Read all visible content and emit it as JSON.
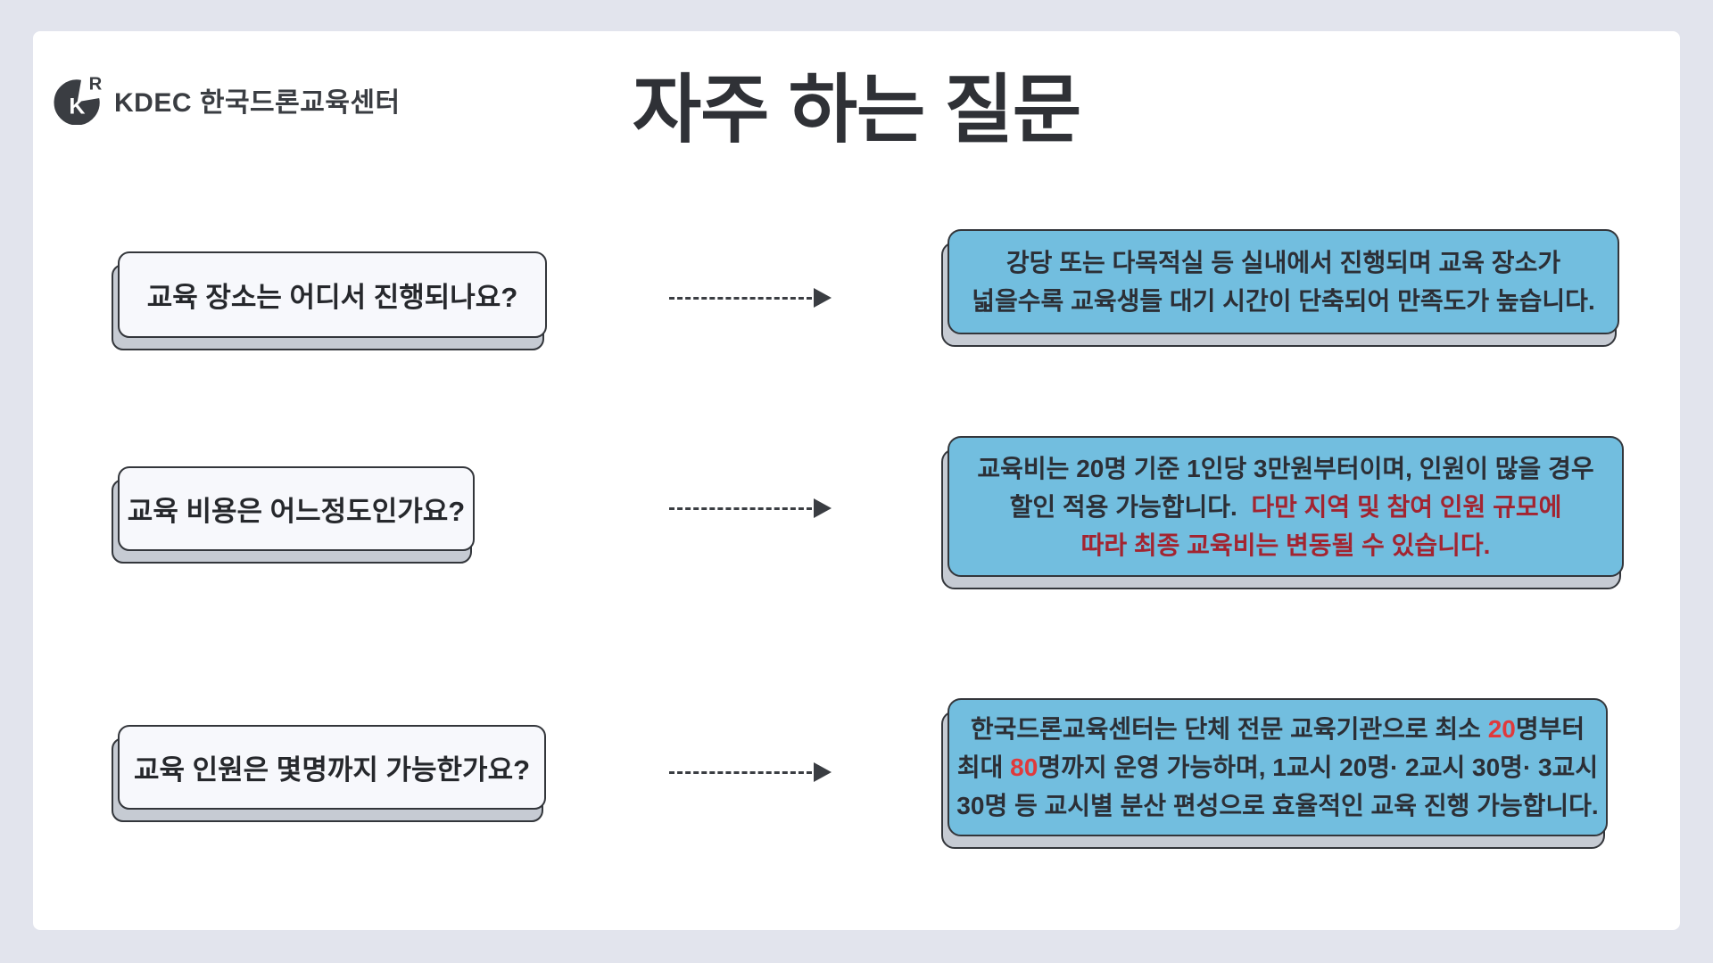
{
  "page": {
    "background_color": "#e2e4ed",
    "card_color": "#ffffff"
  },
  "header": {
    "logo_mark_letters": {
      "inner": "K",
      "outer": "R"
    },
    "logo_text": "KDEC 한국드론교육센터",
    "title": "자주 하는 질문"
  },
  "colors": {
    "question_fill": "#f7f8fc",
    "answer_fill": "#72bedf",
    "box_border": "#33363b",
    "shadow_face": "#c6cbd3",
    "text": "#2c2f36",
    "red_dark": "#a32430",
    "red_bright": "#e03a3c",
    "arrow": "#3a3d42"
  },
  "faq": [
    {
      "question": "교육 장소는 어디서 진행되나요?",
      "answer_lines": [
        [
          {
            "text": "강당 또는 다목적실 등 실내에서 진행되며 교육 장소가"
          }
        ],
        [
          {
            "text": "넓을수록 교육생들 대기 시간이 단축되어 만족도가 높습니다."
          }
        ]
      ]
    },
    {
      "question": "교육 비용은 어느정도인가요?",
      "answer_lines": [
        [
          {
            "text": "교육비는 20명 기준 1인당 3만원부터이며, 인원이 많을 경우"
          }
        ],
        [
          {
            "text": "할인 적용 가능합니다.  "
          },
          {
            "text": "다만 지역 및 참여 인원 규모에",
            "color": "red_dark"
          }
        ],
        [
          {
            "text": "따라 최종 교육비는 변동될 수 있습니다.",
            "color": "red_dark"
          }
        ]
      ]
    },
    {
      "question": "교육 인원은 몇명까지 가능한가요?",
      "answer_lines": [
        [
          {
            "text": "한국드론교육센터는 단체 전문 교육기관으로 최소 "
          },
          {
            "text": "20",
            "color": "red_bright"
          },
          {
            "text": "명부터"
          }
        ],
        [
          {
            "text": "최대 "
          },
          {
            "text": "80",
            "color": "red_bright"
          },
          {
            "text": "명까지 운영 가능하며, 1교시 20명· 2교시 30명· 3교시"
          }
        ],
        [
          {
            "text": "30명 등 교시별 분산 편성으로 효율적인 교육 진행 가능합니다."
          }
        ]
      ]
    }
  ]
}
